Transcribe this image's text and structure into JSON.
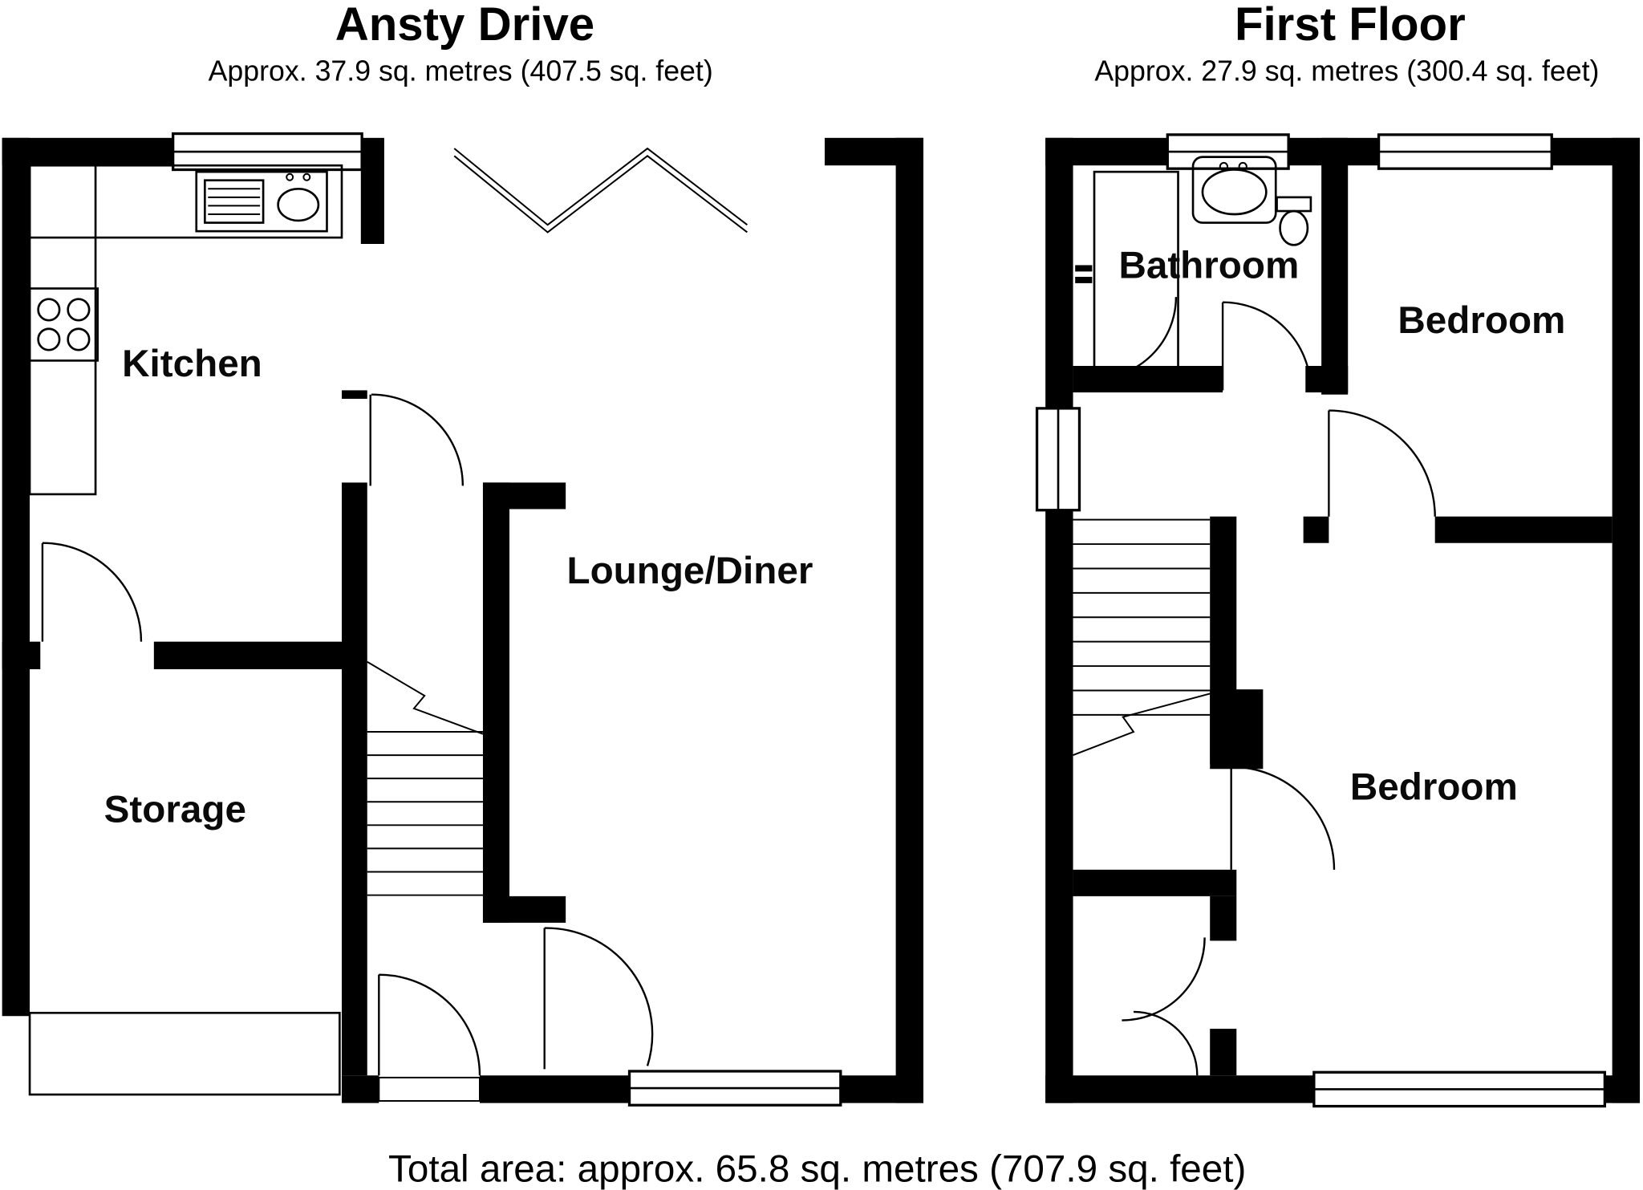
{
  "page": {
    "background_color": "#ffffff",
    "wall_color": "#000000"
  },
  "plans": [
    {
      "title": "Ansty Drive",
      "subtitle": "Approx. 37.9 sq. metres (407.5 sq. feet)",
      "rooms": [
        {
          "name": "Kitchen"
        },
        {
          "name": "Lounge/Diner"
        },
        {
          "name": "Storage"
        }
      ]
    },
    {
      "title": "First Floor",
      "subtitle": "Approx. 27.9 sq. metres (300.4 sq. feet)",
      "rooms": [
        {
          "name": "Bathroom"
        },
        {
          "name": "Bedroom"
        },
        {
          "name": "Bedroom"
        }
      ]
    }
  ],
  "footer": {
    "total_area": "Total area: approx. 65.8 sq. metres (707.9 sq. feet)"
  }
}
